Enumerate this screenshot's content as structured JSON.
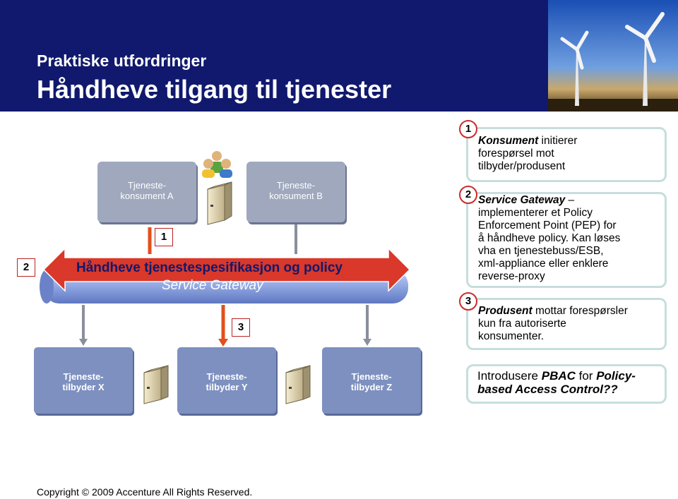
{
  "header": {
    "subtitle": "Praktiske utfordringer",
    "title": "Håndheve tilgang til tjenester"
  },
  "diagram": {
    "consumer_a": [
      "Tjeneste-",
      "konsument A"
    ],
    "consumer_b": [
      "Tjeneste-",
      "konsument B"
    ],
    "gateway_title": "Håndheve tjenestespesifikasjon og policy",
    "gateway_subtitle": "Service Gateway",
    "provider_x": [
      "Tjeneste-",
      "tilbyder X"
    ],
    "provider_y": [
      "Tjeneste-",
      "tilbyder Y"
    ],
    "provider_z": [
      "Tjeneste-",
      "tilbyder Z"
    ],
    "badge_1": "1",
    "badge_2": "2",
    "badge_3": "3",
    "colors": {
      "gateway_arrow": "#d9382a",
      "gateway_bar": "#8fa6e2",
      "box": "#9fa8bd",
      "provider": "#7d90c0"
    }
  },
  "notes": {
    "note1_num": "1",
    "note1_bold": "Konsument",
    "note1_lines": [
      " initierer",
      "forespørsel mot",
      "tilbyder/produsent"
    ],
    "note2_num": "2",
    "note2_bold": "Service Gateway",
    "note2_dash": " –",
    "note2_lines": [
      "implementerer et Policy",
      "Enforcement Point (PEP) for",
      "å håndheve policy. Kan løses",
      "vha en tjenestebuss/ESB,",
      "xml-appliance eller enklere",
      "reverse-proxy"
    ],
    "note3_num": "3",
    "note3_bold": "Produsent",
    "note3_lines": [
      " mottar forespørsler",
      "kun fra autoriserte",
      "konsumenter."
    ],
    "note4_line1_a": "Introdusere ",
    "note4_line1_b": "PBAC",
    "note4_line1_c": " for ",
    "note4_line1_d": "Policy-",
    "note4_line2": "based Access Control??"
  },
  "footer": {
    "copyright": "Copyright © 2009 Accenture  All Rights Reserved."
  }
}
